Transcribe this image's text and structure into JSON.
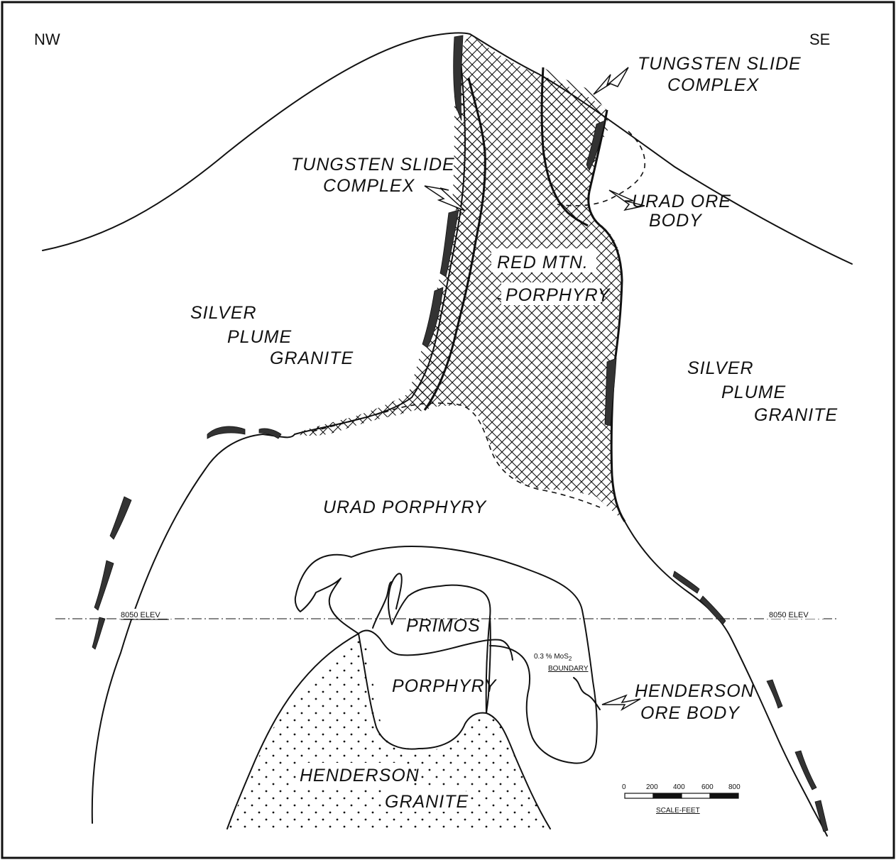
{
  "orientation": {
    "left": "NW",
    "right": "SE"
  },
  "labels": {
    "tungsten_right_1": "TUNGSTEN SLIDE",
    "tungsten_right_2": "COMPLEX",
    "tungsten_left_1": "TUNGSTEN SLIDE",
    "tungsten_left_2": "COMPLEX",
    "urad_ore_1": "URAD ORE",
    "urad_ore_2": "BODY",
    "red_mtn_1": "RED MTN.",
    "red_mtn_2": "PORPHYRY",
    "silver_left_1": "SILVER",
    "silver_left_2": "PLUME",
    "silver_left_3": "GRANITE",
    "silver_right_1": "SILVER",
    "silver_right_2": "PLUME",
    "silver_right_3": "GRANITE",
    "urad_porphyry": "URAD PORPHYRY",
    "primos_1": "PRIMOS",
    "primos_2": "PORPHYRY",
    "henderson_ore_1": "HENDERSON",
    "henderson_ore_2": "ORE BODY",
    "henderson_granite_1": "HENDERSON",
    "henderson_granite_2": "GRANITE",
    "elev_left": "8050 ELEV",
    "elev_right": "8050 ELEV",
    "mos2_1": "0.3 % MoS",
    "mos2_sub": "2",
    "mos2_2": "BOUNDARY"
  },
  "scale_bar": {
    "ticks": [
      "0",
      "200",
      "400",
      "600",
      "800"
    ],
    "caption": "SCALE-FEET"
  },
  "colors": {
    "ink": "#111111",
    "background": "#ffffff"
  }
}
